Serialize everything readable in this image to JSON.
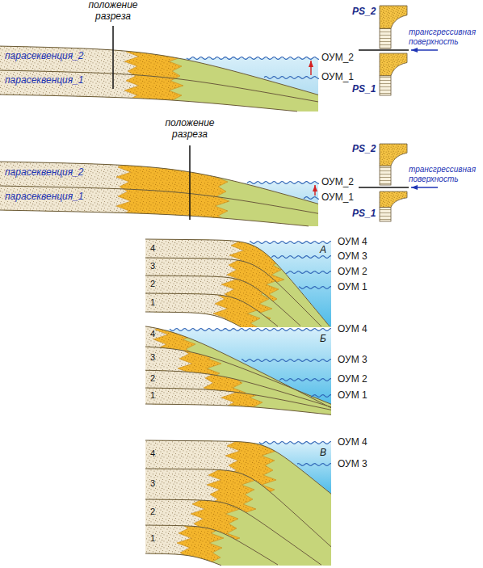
{
  "diagram": {
    "labels": [
      "положение разреза",
      "парасеквенция_2",
      "парасеквенция_1",
      "ОУМ_2",
      "ОУМ_1",
      "PS_2",
      "трансгрессивная поверхность",
      "PS_1",
      "положение разреза",
      "парасеквенция_2",
      "парасеквенция_1",
      "ОУМ_2",
      "ОУМ_1",
      "PS_2",
      "трансгрессивная поверхность",
      "PS_1",
      "4",
      "3",
      "2",
      "1",
      "А",
      "ОУМ 4",
      "ОУМ 3",
      "ОУМ 2",
      "ОУМ 1",
      "Б",
      "4",
      "3",
      "2",
      "1",
      "ОУМ 4",
      "ОУМ 3",
      "ОУМ 2",
      "ОУМ 1",
      "В",
      "4",
      "3",
      "2",
      "1",
      "ОУМ 4",
      "ОУМ 3"
    ]
  }
}
